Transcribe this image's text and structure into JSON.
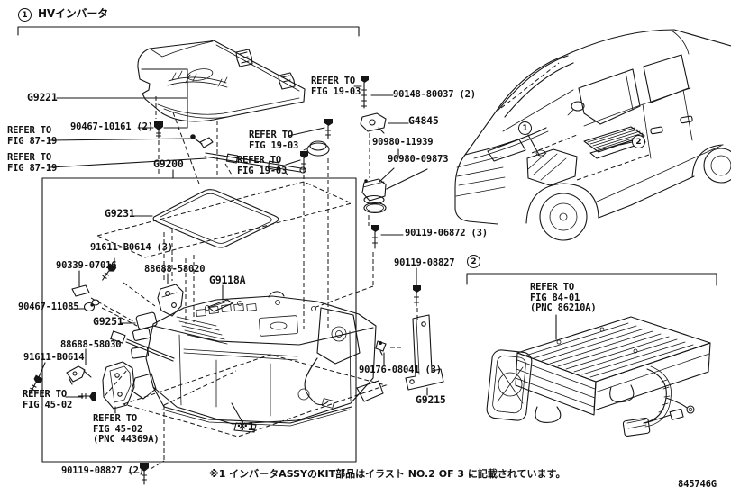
{
  "diagram": {
    "figure_number": "845746G",
    "footnote": "※1 インバータASSYのKIT部品はイラスト NO.2 OF 3 に記載されています。",
    "assembly_marker": "※1",
    "section1": {
      "marker": "1",
      "title": "HVインバータ"
    },
    "section2": {
      "marker": "2"
    },
    "van_callouts": {
      "c1": "1",
      "c2": "2"
    },
    "labels": {
      "g9221": "G9221",
      "b90467_10161": "90467-10161 (2)",
      "refer87a": "REFER TO\nFIG 87-19",
      "refer87b": "REFER TO\nFIG 87-19",
      "g9200": "G9200",
      "refer19a": "REFER TO\nFIG 19-03",
      "b90148_80037": "90148-80037 (2)",
      "g4845": "G4845",
      "b90980_11939": "90980-11939",
      "b90980_09873": "90980-09873",
      "refer19b": "REFER TO\nFIG 19-03",
      "refer19c": "REFER TO\nFIG 19-03",
      "g9231": "G9231",
      "b91611_B0614_3": "91611-B0614 (3)",
      "b90339_07016": "90339-07016",
      "b88688_58020": "88688-58020",
      "g9118a": "G9118A",
      "b90467_11085": "90467-11085",
      "g9251": "G9251",
      "b88688_58030": "88688-58030",
      "b91611_B0614": "91611-B0614",
      "refer45a": "REFER TO\nFIG 45-02",
      "refer45b": "REFER TO\nFIG 45-02\n(PNC 44369A)",
      "b90119_08827_2": "90119-08827 (2)",
      "b90119_06872": "90119-06872 (3)",
      "b90119_08827": "90119-08827",
      "b90176_08041": "90176-08041 (3)",
      "g9215": "G9215",
      "refer84": "REFER TO\nFIG 84-01\n(PNC 86210A)"
    }
  }
}
